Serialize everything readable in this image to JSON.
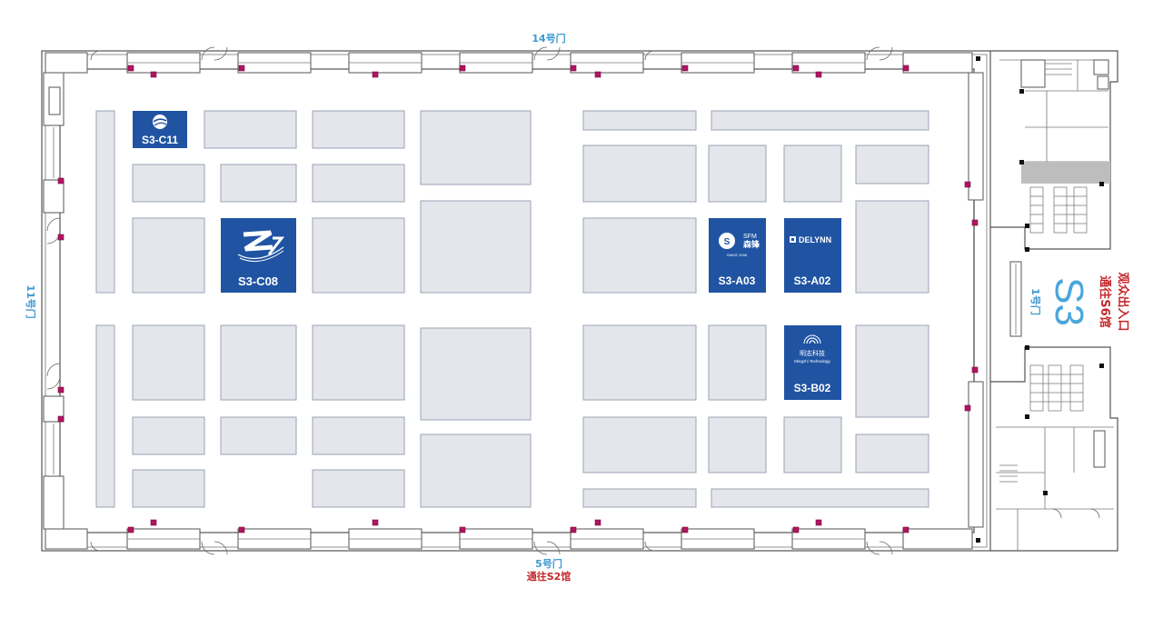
{
  "map": {
    "hall_label": "S3",
    "gates": {
      "north": "14号门",
      "south": "5号门",
      "west": "11号门",
      "east": "1号门"
    },
    "notes": {
      "south_route": "通往S2馆",
      "east_entry": "观众出入口",
      "east_route": "通往S6馆"
    },
    "exhibitors": [
      {
        "booth": "S3-C11",
        "logo": "sphere-logo-icon"
      },
      {
        "booth": "S3-C08",
        "logo": "zy-logo-icon"
      },
      {
        "booth": "S3-A03",
        "logo": "sfm-logo-icon",
        "brand": "SFM",
        "brand_cn": "森锋",
        "tagline": "SINCE 2006"
      },
      {
        "booth": "S3-A02",
        "logo": "delynn-logo-icon",
        "brand": "DELYNN"
      },
      {
        "booth": "S3-B02",
        "logo": "mingzhi-logo-icon",
        "brand_cn": "明志科技",
        "brand": "Mingzhi Technology"
      }
    ],
    "colors": {
      "booth_fill": "#e4e6eb",
      "exhibitor_fill": "#2054a3",
      "gate_text": "#3d9ad0",
      "route_text": "#c4272b",
      "marker": "#b0155f"
    }
  }
}
